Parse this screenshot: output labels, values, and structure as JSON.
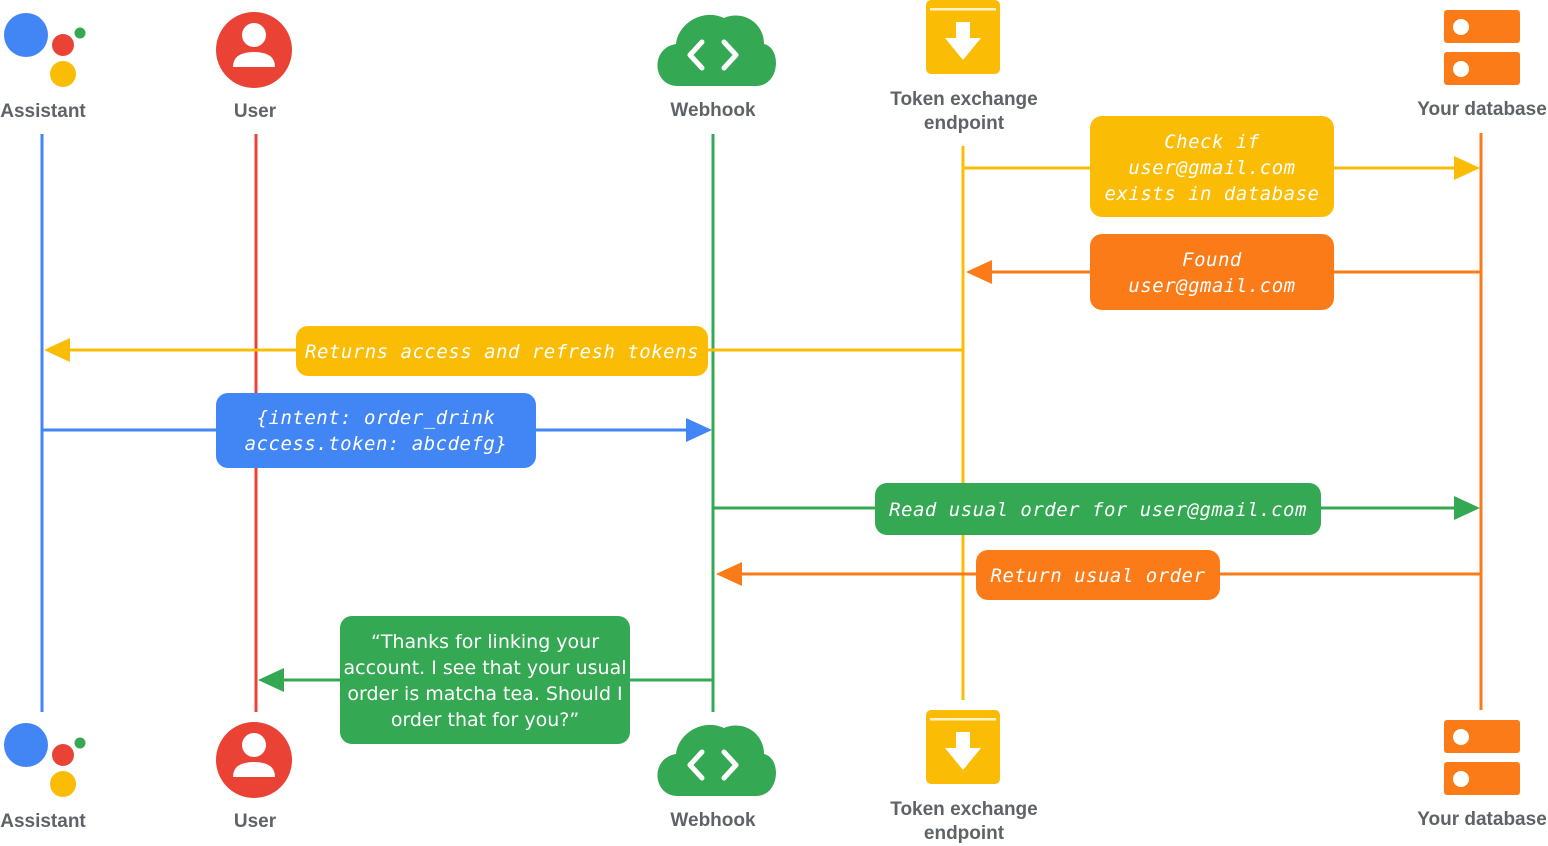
{
  "colors": {
    "blue": "#4285f4",
    "red": "#ea4335",
    "green": "#34a853",
    "yellow": "#fbbc05",
    "orange": "#fa7b17",
    "label": "#5f6368"
  },
  "actors": [
    {
      "id": "assistant",
      "label_lines": [
        "Assistant"
      ],
      "icon": "google-assistant-icon",
      "color": "#4285f4"
    },
    {
      "id": "user",
      "label_lines": [
        "User"
      ],
      "icon": "user-icon",
      "color": "#ea4335"
    },
    {
      "id": "webhook",
      "label_lines": [
        "Webhook"
      ],
      "icon": "cloud-code-icon",
      "color": "#34a853"
    },
    {
      "id": "token",
      "label_lines": [
        "Token exchange",
        "endpoint"
      ],
      "icon": "download-box-icon",
      "color": "#fbbc05"
    },
    {
      "id": "database",
      "label_lines": [
        "Your database"
      ],
      "icon": "database-icon",
      "color": "#fa7b17"
    }
  ],
  "messages": [
    {
      "from": "token",
      "to": "database",
      "color": "#fbbc05",
      "style": "mono",
      "lines": [
        "Check if",
        "user@gmail.com",
        "exists in database"
      ]
    },
    {
      "from": "database",
      "to": "token",
      "color": "#fa7b17",
      "style": "mono",
      "lines": [
        "Found",
        "user@gmail.com"
      ]
    },
    {
      "from": "token",
      "to": "assistant",
      "color": "#fbbc05",
      "style": "mono",
      "lines": [
        "Returns access and refresh tokens"
      ]
    },
    {
      "from": "assistant",
      "to": "webhook",
      "color": "#4285f4",
      "style": "mono",
      "lines": [
        "{intent: order_drink",
        "access.token: abcdefg}"
      ]
    },
    {
      "from": "webhook",
      "to": "database",
      "color": "#34a853",
      "style": "mono",
      "lines": [
        "Read usual order for user@gmail.com"
      ]
    },
    {
      "from": "database",
      "to": "webhook",
      "color": "#fa7b17",
      "style": "mono",
      "lines": [
        "Return usual order"
      ]
    },
    {
      "from": "webhook",
      "to": "user",
      "color": "#34a853",
      "style": "sans",
      "lines": [
        "“Thanks for linking your",
        "account. I see that your usual",
        "order is matcha tea. Should I",
        "order that for you?”"
      ]
    }
  ]
}
